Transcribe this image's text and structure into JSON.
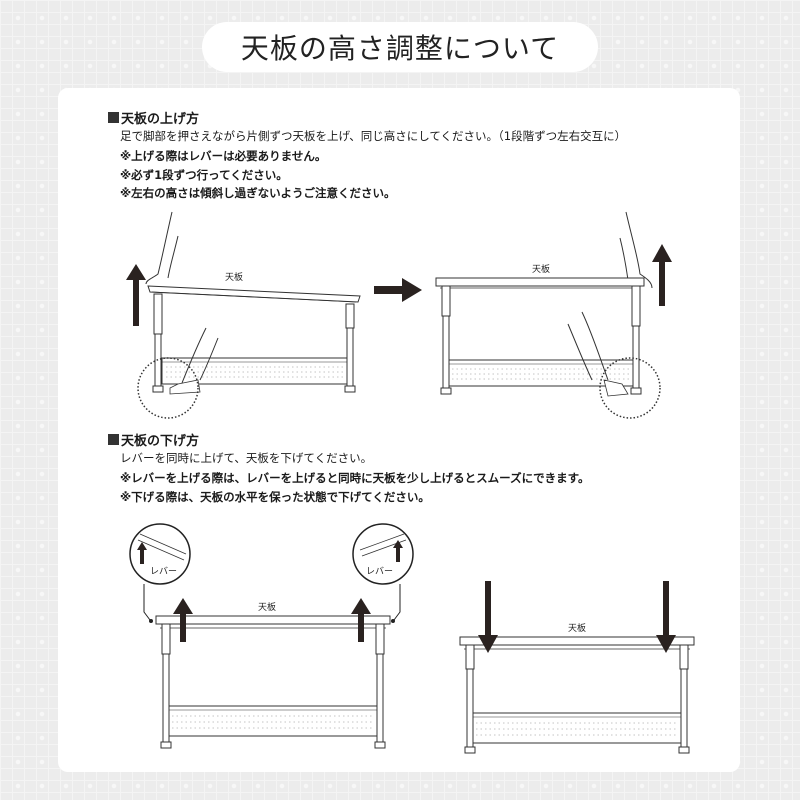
{
  "page": {
    "title": "天板の高さ調整について"
  },
  "raise_section": {
    "heading": "天板の上げ方",
    "lines": [
      "足で脚部を押さえながら片側ずつ天板を上げ、同じ高さにしてください。（1段階ずつ左右交互に）",
      "※上げる際はレバーは必要ありません。",
      "※必ず1段ずつ行ってください。",
      "※左右の高さは傾斜し過ぎないようご注意ください。"
    ],
    "diagram_labels": {
      "left_tabletop": "天板",
      "right_tabletop": "天板"
    }
  },
  "lower_section": {
    "heading": "天板の下げ方",
    "lines": [
      "レバーを同時に上げて、天板を下げてください。",
      "※レバーを上げる際は、レバーを上げると同時に天板を少し上げるとスムーズにできます。",
      "※下げる際は、天板の水平を保った状態で下げてください。"
    ],
    "diagram_labels": {
      "left_tabletop": "天板",
      "right_tabletop": "天板",
      "lever_left": "レバー",
      "lever_right": "レバー"
    }
  },
  "colors": {
    "background": "#ececec",
    "panel": "#ffffff",
    "text": "#1a1a1a",
    "arrow": "#2a2220"
  }
}
